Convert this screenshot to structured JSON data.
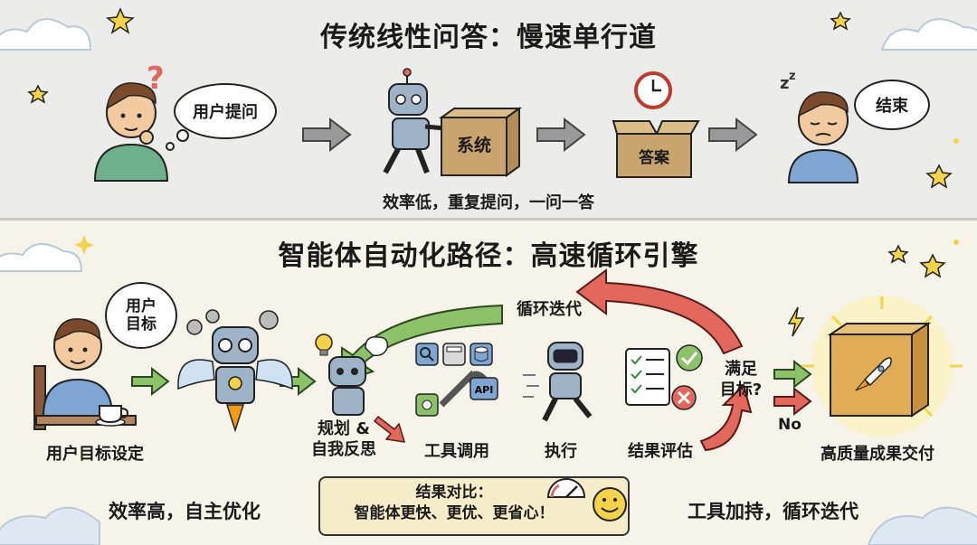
{
  "top": {
    "title": "传统线性问答：慢速单行道",
    "user_bubble": "用户提问",
    "system_box": "系统",
    "answer_box": "答案",
    "end_bubble": "结束",
    "caption": "效率低，重复提问，一问一答"
  },
  "bottom": {
    "title": "智能体自动化路径：高速循环引擎",
    "goal_bubble_line1": "用户",
    "goal_bubble_line2": "目标",
    "loop_label": "循环迭代",
    "decision_line1": "满足",
    "decision_line2": "目标?",
    "no_label": "No",
    "steps": {
      "goal_setting": "用户目标设定",
      "plan_line1": "规划 &",
      "plan_line2": "自我反思",
      "tools": "工具调用",
      "execute": "执行",
      "evaluate": "结果评估",
      "deliver": "高质量成果交付"
    },
    "api_text": "API",
    "left_caption": "效率高，自主优化",
    "right_caption": "工具加持，循环迭代",
    "summary_line1": "结果对比：",
    "summary_line2": "智能体更快、更优、更省心！"
  },
  "colors": {
    "top_bg": "#ececeb",
    "bottom_bg": "#f6f3ea",
    "green_arrow": "#8cc26a",
    "red_arrow": "#e2675c",
    "gray_arrow": "#9a9a9a",
    "box_tan": "#c9a46e",
    "robot_blue": "#9fb3c8",
    "star_yellow": "#f4d24a"
  },
  "icons": [
    "question-mark-icon",
    "clock-icon",
    "zzz-icon",
    "star-icon",
    "cloud-icon",
    "gear-icon",
    "lightbulb-icon",
    "search-icon",
    "calculator-icon",
    "database-icon",
    "wrench-icon",
    "checklist-icon",
    "checkmark-icon",
    "x-mark-icon",
    "lightning-icon",
    "rocket-icon",
    "smiley-icon",
    "gauge-icon",
    "coffee-cup-icon"
  ]
}
